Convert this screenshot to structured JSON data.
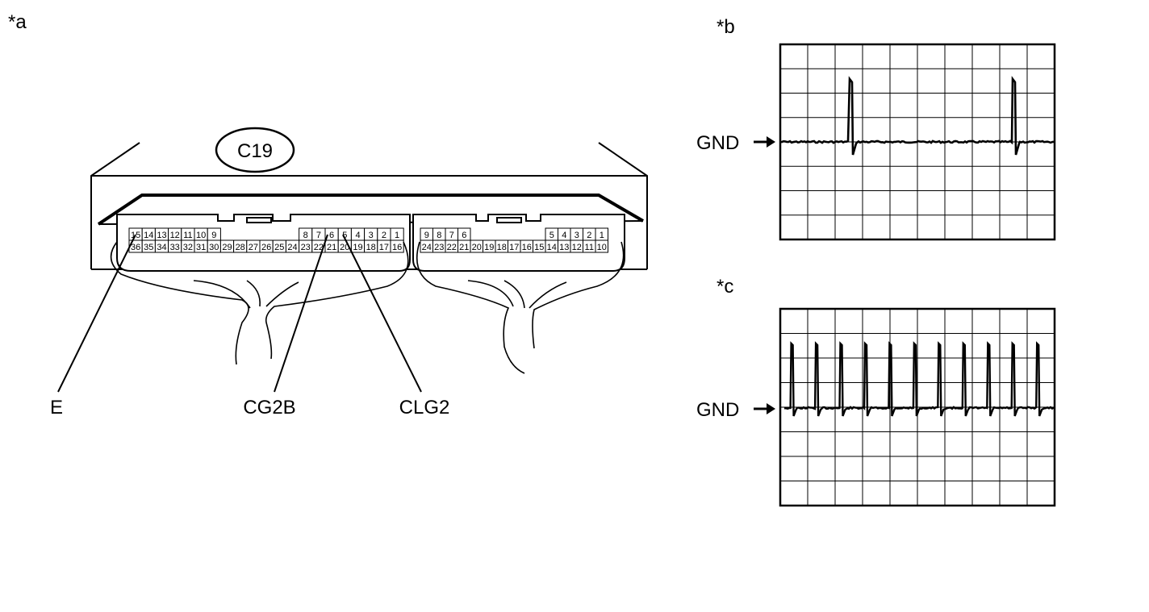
{
  "panels": {
    "a": {
      "label": "*a"
    },
    "b": {
      "label": "*b"
    },
    "c": {
      "label": "*c"
    }
  },
  "connector": {
    "id": "C19",
    "left_block": {
      "row1": [
        "15",
        "14",
        "13",
        "12",
        "11",
        "10",
        "9",
        "",
        "",
        "",
        "",
        "",
        "",
        "8",
        "7",
        "6",
        "5",
        "4",
        "3",
        "2",
        "1"
      ],
      "row2": [
        "36",
        "35",
        "34",
        "33",
        "32",
        "31",
        "30",
        "29",
        "28",
        "27",
        "26",
        "25",
        "24",
        "23",
        "22",
        "21",
        "20",
        "19",
        "18",
        "17",
        "16"
      ]
    },
    "right_block": {
      "row1": [
        "9",
        "8",
        "7",
        "6",
        "",
        "",
        "",
        "",
        "",
        "",
        "5",
        "4",
        "3",
        "2",
        "1"
      ],
      "row2": [
        "24",
        "23",
        "22",
        "21",
        "20",
        "19",
        "18",
        "17",
        "16",
        "15",
        "14",
        "13",
        "12",
        "11",
        "10"
      ]
    }
  },
  "pin_callouts": [
    {
      "name": "E"
    },
    {
      "name": "CG2B"
    },
    {
      "name": "CLG2"
    }
  ],
  "waveforms": {
    "b": {
      "ground_label": "GND",
      "pulses_visible": 2
    },
    "c": {
      "ground_label": "GND",
      "pulses_visible": 11
    }
  },
  "colors": {
    "ink": "#000000",
    "paper": "#ffffff"
  }
}
